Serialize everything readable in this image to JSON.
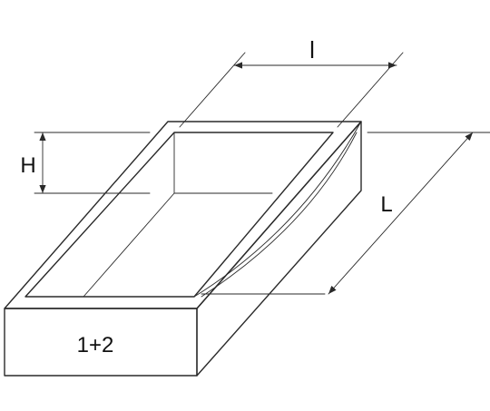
{
  "dimensions": {
    "width_label": "l",
    "length_label": "L",
    "height_label": "H"
  },
  "front_label": "1+2",
  "colors": {
    "line": "#2a2a2a",
    "background": "#ffffff"
  }
}
